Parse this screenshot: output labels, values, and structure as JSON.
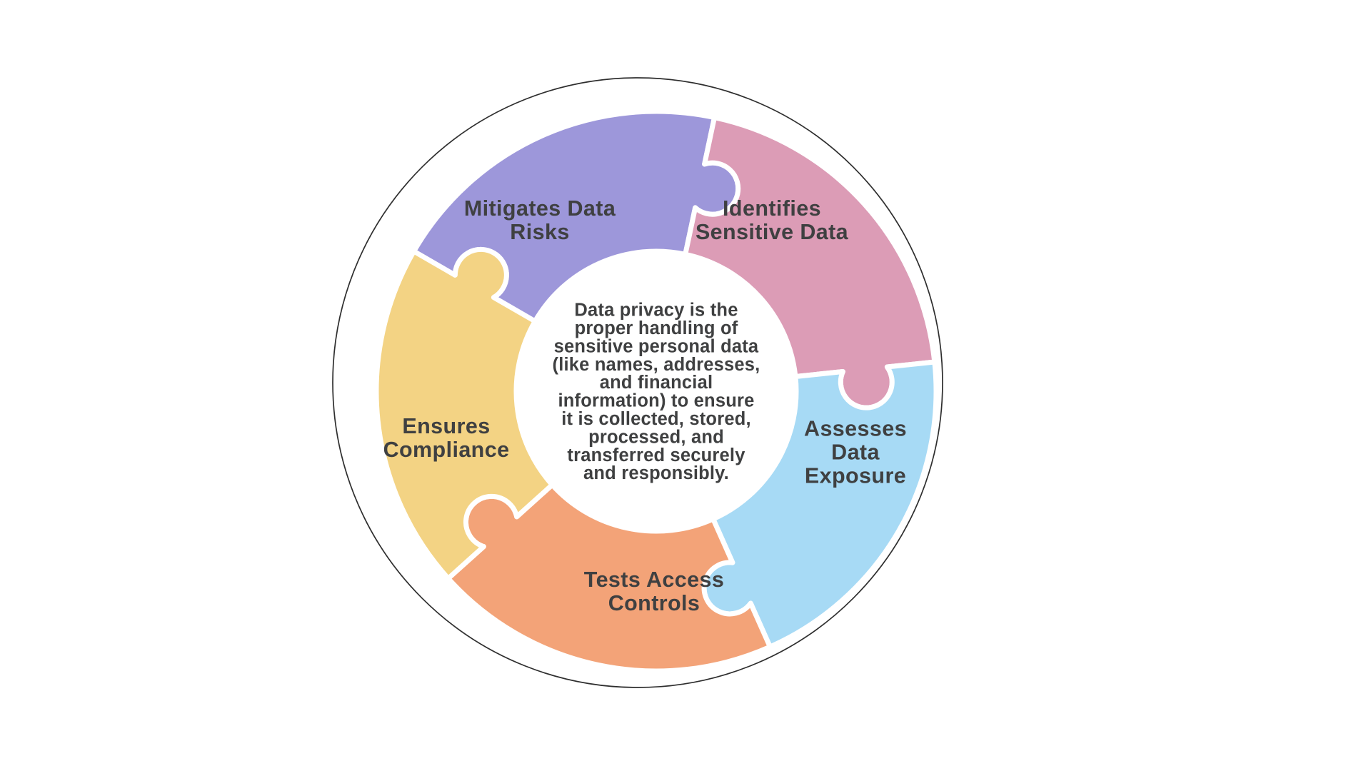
{
  "page": {
    "background": "#ffffff"
  },
  "diagram": {
    "type": "circular-puzzle-infographic",
    "topic": "Data Privacy",
    "center_text": "Data privacy is the proper handling of sensitive personal data (like names, addresses, and financial information) to ensure it is collected, stored, processed, and transferred securely and responsibly.",
    "center_text_lines": [
      "Data privacy is the",
      "proper handling of",
      "sensitive personal data",
      "(like names, addresses,",
      "and financial",
      "information) to ensure",
      "it is collected, stored,",
      "processed, and",
      "transferred securely",
      "and responsibly."
    ],
    "segments": [
      {
        "id": "mitigates-data-risks",
        "label": "Mitigates Data Risks",
        "label_lines": [
          "Mitigates Data",
          "Risks"
        ],
        "color": "#9d97da"
      },
      {
        "id": "identifies-sensitive-data",
        "label": "Identifies Sensitive Data",
        "label_lines": [
          "Identifies",
          "Sensitive Data"
        ],
        "color": "#dc9cb6"
      },
      {
        "id": "assesses-data-exposure",
        "label": "Assesses Data Exposure",
        "label_lines": [
          "Assesses",
          "Data",
          "Exposure"
        ],
        "color": "#a7daf5"
      },
      {
        "id": "tests-access-controls",
        "label": "Tests Access Controls",
        "label_lines": [
          "Tests Access",
          "Controls"
        ],
        "color": "#f3a378"
      },
      {
        "id": "ensures-compliance",
        "label": "Ensures Compliance",
        "label_lines": [
          "Ensures",
          "Compliance"
        ],
        "color": "#f3d384"
      }
    ],
    "colors": {
      "label_text": "#3f4041",
      "center_text": "#3f4041",
      "outline": "#2e2e2e",
      "piece_gap": "#ffffff",
      "center_circle": "#ffffff"
    }
  }
}
